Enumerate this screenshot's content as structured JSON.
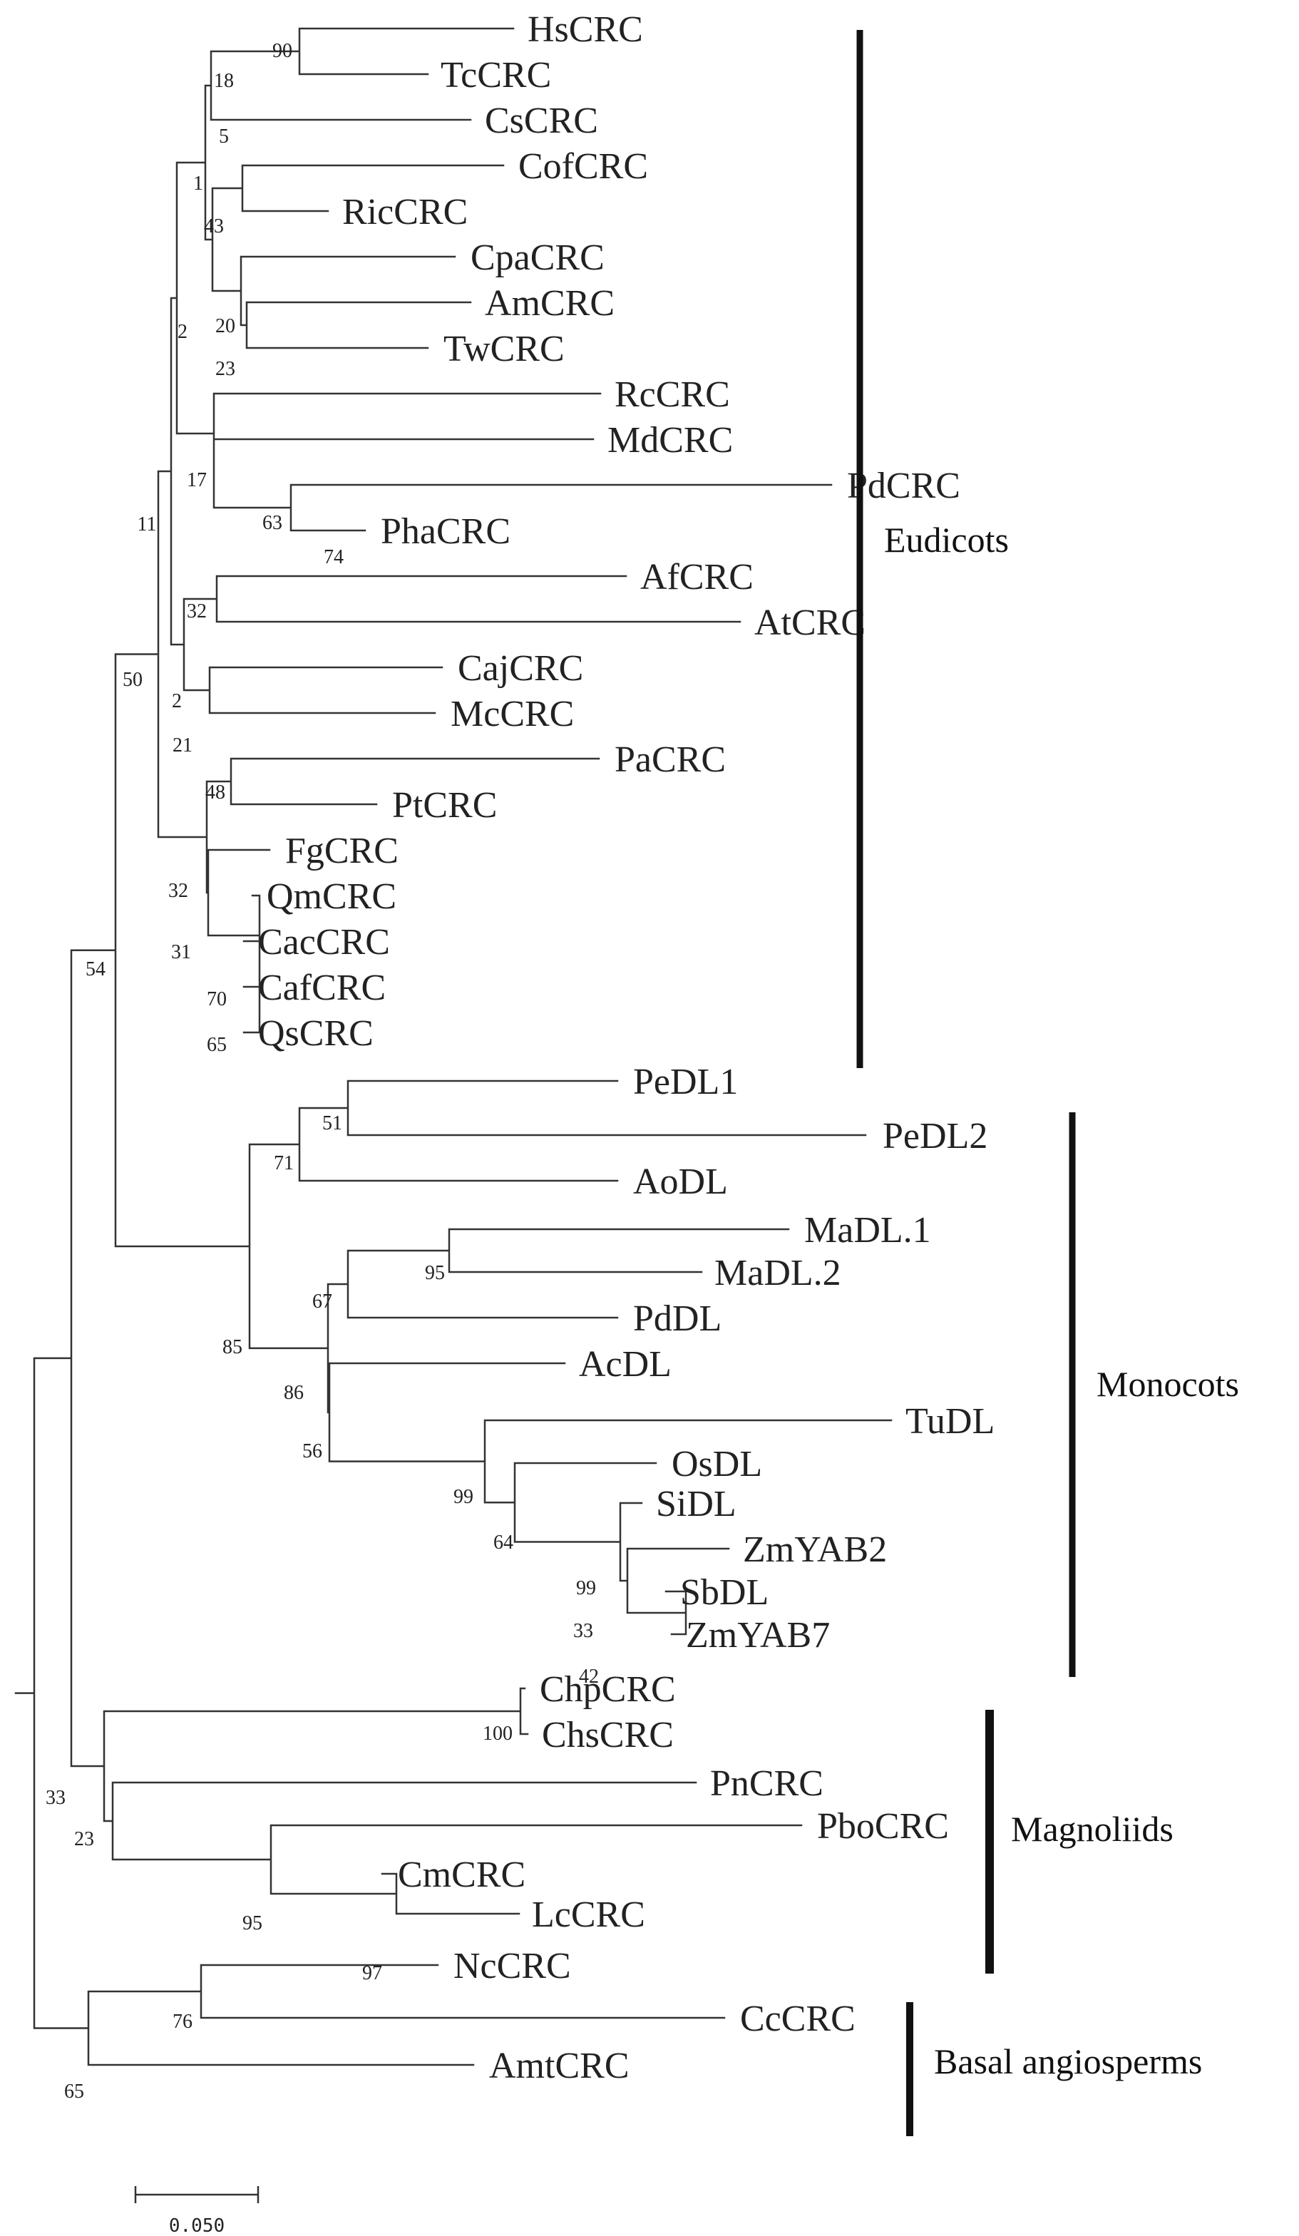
{
  "colors": {
    "background": "#ffffff",
    "line": "#333333",
    "text": "#222222"
  },
  "taxa": [
    "HsCRC",
    "TcCRC",
    "CsCRC",
    "CofCRC",
    "RicCRC",
    "CpaCRC",
    "AmCRC",
    "TwCRC",
    "RcCRC",
    "MdCRC",
    "PdCRC",
    "PhaCRC",
    "AfCRC",
    "AtCRC",
    "CajCRC",
    "McCRC",
    "PaCRC",
    "PtCRC",
    "FgCRC",
    "QmCRC",
    "CacCRC",
    "CafCRC",
    "QsCRC",
    "PeDL1",
    "PeDL2",
    "AoDL",
    "MaDL.1",
    "MaDL.2",
    "PdDL",
    "AcDL",
    "TuDL",
    "OsDL",
    "SiDL",
    "ZmYAB2",
    "SbDL",
    "ZmYAB7",
    "ChpCRC",
    "ChsCRC",
    "PnCRC",
    "PboCRC",
    "CmCRC",
    "LcCRC",
    "NcCRC",
    "CcCRC",
    "AmtCRC"
  ],
  "bootstrap": [
    "90",
    "18",
    "5",
    "1",
    "43",
    "20",
    "23",
    "2",
    "17",
    "63",
    "74",
    "11",
    "32",
    "2",
    "21",
    "50",
    "48",
    "32",
    "31",
    "70",
    "65",
    "54",
    "51",
    "71",
    "95",
    "67",
    "85",
    "86",
    "56",
    "99",
    "64",
    "99",
    "33",
    "42",
    "100",
    "33",
    "23",
    "95",
    "97",
    "76",
    "65"
  ],
  "groups": [
    "Eudicots",
    "Monocots",
    "Magnoliids",
    "Basal angiosperms"
  ],
  "scale_bar": {
    "label": "0.050",
    "value": 0.05
  }
}
